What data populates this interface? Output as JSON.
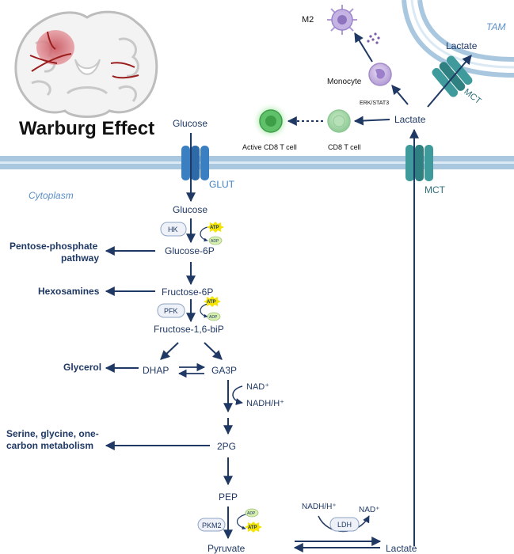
{
  "title": "Warburg Effect",
  "compartments": {
    "cytoplasm": "Cytoplasm",
    "tam": "TAM"
  },
  "transporters": {
    "glut": "GLUT",
    "mct": "MCT",
    "mct_tam": "MCT"
  },
  "metabolites": {
    "glucose_out": "Glucose",
    "glucose_in": "Glucose",
    "glucose_6p": "Glucose-6P",
    "fructose_6p": "Fructose-6P",
    "fructose_16bip": "Fructose-1,6-biP",
    "dhap": "DHAP",
    "ga3p": "GA3P",
    "nad_plus": "NAD⁺",
    "nadh": "NADH/H⁺",
    "pg2": "2PG",
    "pep": "PEP",
    "pyruvate": "Pyruvate",
    "lactate_bottom": "Lactate",
    "nadh_ldh": "NADH/H⁺",
    "nad_ldh": "NAD⁺",
    "lactate_out": "Lactate",
    "lactate_tam": "Lactate"
  },
  "enzymes": {
    "hk": "HK",
    "pfk": "PFK",
    "pkm2": "PKM2",
    "ldh": "LDH"
  },
  "cofactors": {
    "atp": "ATP",
    "adp": "ADP"
  },
  "branches": {
    "pentose_line1": "Pentose-phosphate",
    "pentose_line2": "pathway",
    "hexosamines": "Hexosamines",
    "glycerol": "Glycerol",
    "serine_line1": "Serine, glycine, one-",
    "serine_line2": "carbon metabolism"
  },
  "immune": {
    "m2": "M2",
    "monocyte": "Monocyte",
    "erk": "ERK/STAT3",
    "cd8": "CD8 T cell",
    "active_cd8": "Active CD8 T cell"
  },
  "colors": {
    "navy": "#1f3864",
    "glut_blue": "#3a7fc1",
    "mct_teal": "#3f9b9b",
    "membrane": "#a9c8e0",
    "atp_yellow": "#f5e400",
    "adp_green": "#d8efb0",
    "brain_pink": "#e8b4b8",
    "tam_label": "#5b8fc7"
  }
}
